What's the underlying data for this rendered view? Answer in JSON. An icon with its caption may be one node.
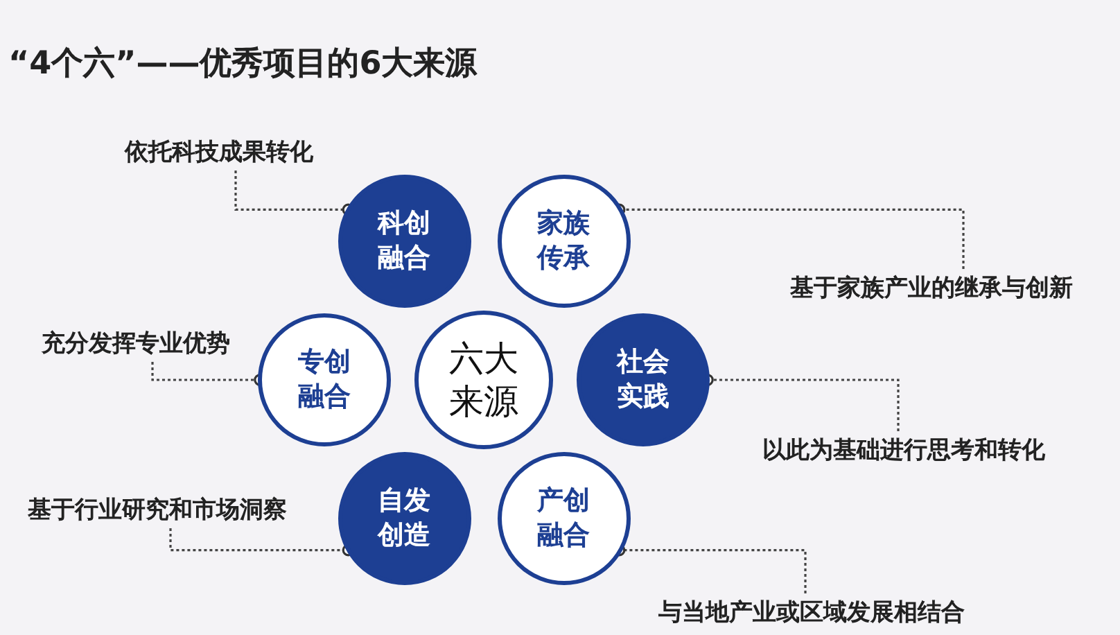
{
  "diagram": {
    "title": "“4个六”——优秀项目的6大来源",
    "nodes": [
      {
        "text": [
          "六大来源"
        ]
      },
      {
        "text": [
          "科创融合"
        ]
      },
      {
        "text": [
          "家族传承"
        ]
      },
      {
        "text": [
          "社会实践"
        ]
      },
      {
        "text": [
          "产创融合"
        ]
      },
      {
        "text": [
          "自发创造"
        ]
      },
      {
        "text": [
          "专创融合"
        ]
      },
      {
        "text": [
          "依托科技成果转化"
        ]
      },
      {
        "text": [
          "基于家族产业的继承与创新"
        ]
      },
      {
        "text": [
          "充分发挥专业优势"
        ]
      },
      {
        "text": [
          "以此为基础进行思考和转化"
        ]
      },
      {
        "text": [
          "基于行业研究和市场洞察"
        ]
      },
      {
        "text": [
          "与当地产业或区域发展相结合"
        ]
      }
    ],
    "edges": [
      {
        "from": 7,
        "to": 1,
        "arrow": "other",
        "style": "dashed"
      },
      {
        "from": 8,
        "to": 2,
        "arrow": "other",
        "style": "dashed"
      },
      {
        "from": 9,
        "to": 6,
        "arrow": "other",
        "style": "dashed"
      },
      {
        "from": 10,
        "to": 3,
        "arrow": "other",
        "style": "dashed"
      },
      {
        "from": 11,
        "to": 5,
        "arrow": "other",
        "style": "dashed"
      },
      {
        "from": 12,
        "to": 4,
        "arrow": "other",
        "style": "dashed"
      }
    ]
  }
}
